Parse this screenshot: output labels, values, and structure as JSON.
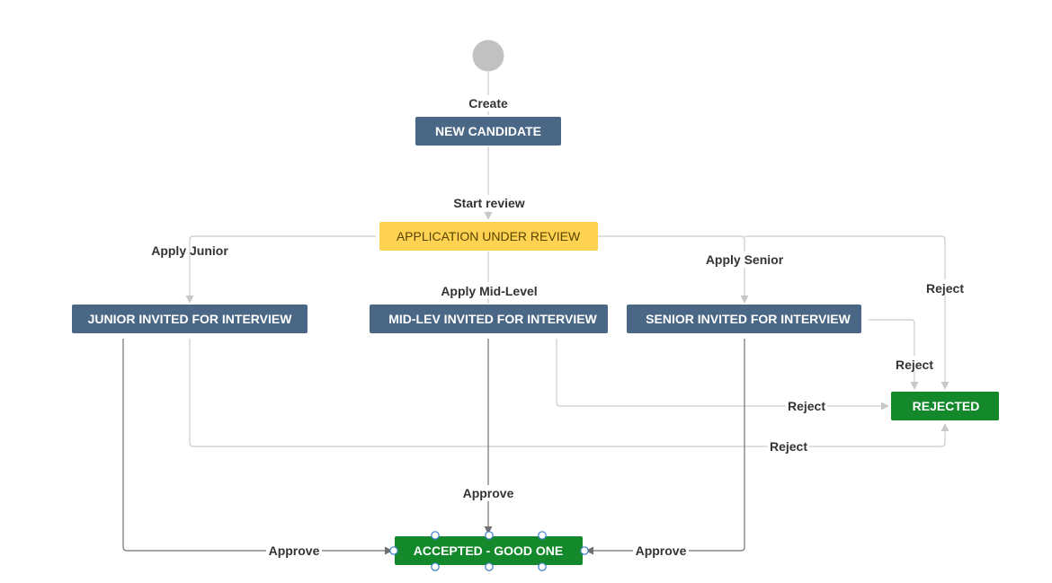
{
  "colors": {
    "status_blue": "#4a6785",
    "status_yellow": "#ffd351",
    "status_green": "#14892c",
    "start_circle": "#c1c1c1",
    "edge_light": "#cccccc",
    "edge_dark": "#707070",
    "handle": "#3b7fc4"
  },
  "nodes": {
    "start": {
      "shape": "circle"
    },
    "new_candidate": {
      "label": "NEW CANDIDATE"
    },
    "application_under_review": {
      "label": "APPLICATION UNDER REVIEW"
    },
    "junior_invited": {
      "label": "JUNIOR INVITED FOR INTERVIEW"
    },
    "midlev_invited": {
      "label": "MID-LEV INVITED FOR INTERVIEW"
    },
    "senior_invited": {
      "label": "SENIOR INVITED FOR INTERVIEW"
    },
    "rejected": {
      "label": "REJECTED"
    },
    "accepted": {
      "label": "ACCEPTED - GOOD ONE",
      "selected": true
    }
  },
  "edges": {
    "create": {
      "label": "Create",
      "from": "start",
      "to": "new_candidate"
    },
    "start_review": {
      "label": "Start review",
      "from": "new_candidate",
      "to": "application_under_review"
    },
    "apply_junior": {
      "label": "Apply Junior",
      "from": "application_under_review",
      "to": "junior_invited"
    },
    "apply_mid": {
      "label": "Apply Mid-Level",
      "from": "application_under_review",
      "to": "midlev_invited"
    },
    "apply_senior": {
      "label": "Apply Senior",
      "from": "application_under_review",
      "to": "senior_invited"
    },
    "reject_review": {
      "label": "Reject",
      "from": "application_under_review",
      "to": "rejected"
    },
    "reject_senior": {
      "label": "Reject",
      "from": "senior_invited",
      "to": "rejected"
    },
    "reject_mid": {
      "label": "Reject",
      "from": "midlev_invited",
      "to": "rejected"
    },
    "reject_junior": {
      "label": "Reject",
      "from": "junior_invited",
      "to": "rejected"
    },
    "approve_mid": {
      "label": "Approve",
      "from": "midlev_invited",
      "to": "accepted"
    },
    "approve_junior": {
      "label": "Approve",
      "from": "junior_invited",
      "to": "accepted"
    },
    "approve_senior": {
      "label": "Approve",
      "from": "senior_invited",
      "to": "accepted"
    }
  }
}
